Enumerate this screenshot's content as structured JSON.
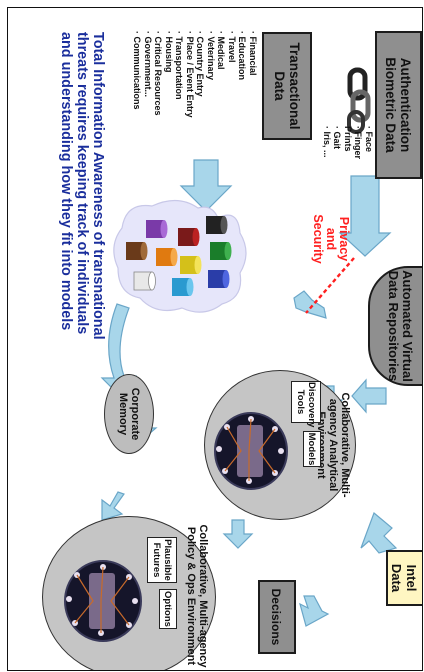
{
  "auth": {
    "title": "Authentication Biometric Data",
    "items": [
      "· Face",
      "· Finger Prints",
      "· Gait",
      "· Iris, ..."
    ]
  },
  "transactional": {
    "title": "Transactional Data",
    "items": [
      "· Financial",
      "· Education",
      "· Travel",
      "· Medical",
      "· Veterinary",
      "· Country Entry",
      "· Place / Event Entry",
      "· Transportation",
      "· Housing",
      "· Critical Resources",
      "· Government...",
      "· Communications"
    ]
  },
  "privacy": {
    "line1": "Privacy",
    "line2": "and",
    "line3": "Security"
  },
  "repositories": {
    "title": "Automated Virtual Data Repositories"
  },
  "analytical": {
    "title": "Collaborative, Multi-agency Analytical Environment",
    "discovery": "Discovery Tools",
    "models": "Models"
  },
  "policy": {
    "title": "Collaborative, Multi-agency Policy & Ops Environment",
    "futures": "Plausible Futures",
    "options": "Options"
  },
  "corporate_memory": "Corporate Memory",
  "intel": "Intel Data",
  "decisions": "Decisions",
  "headline": "Total Information Awareness of transnational threats requires keeping track of individuals and understanding how they fit into models",
  "colors": {
    "headline": "#1a2e9c",
    "privacy": "#ff2020",
    "intel_box": "#fff6c2",
    "box_gray": "#8f8f8f"
  },
  "icons": [
    "chain-link-icon",
    "database-cylinder-icon",
    "network-graph-icon"
  ]
}
